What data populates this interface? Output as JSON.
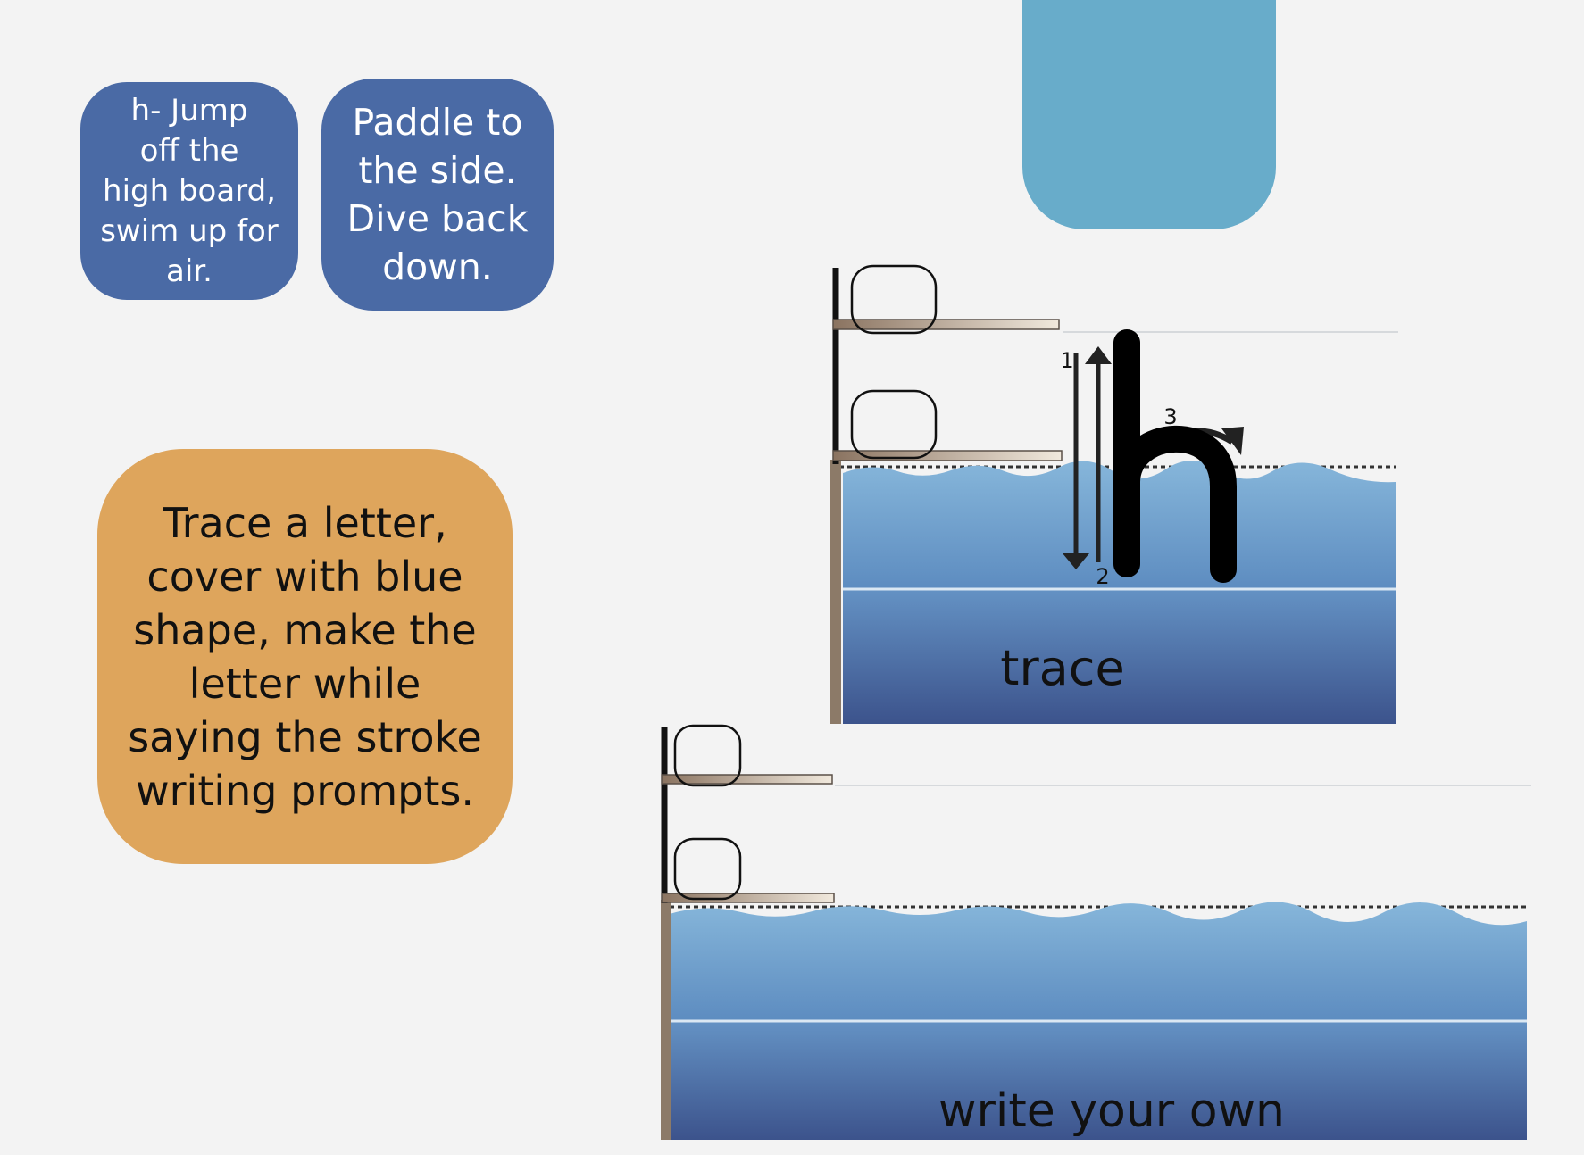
{
  "cards": {
    "h_prompt": "h- Jump\noff the\nhigh board,\nswim up for\nair.",
    "paddle_prompt": "Paddle to\nthe side.\nDive back\ndown.",
    "instructions": "Trace a letter,\ncover with blue\nshape, make the\nletter while\nsaying the stroke\nwriting prompts."
  },
  "trace_panel": {
    "letter": "h",
    "label": "trace",
    "stroke_numbers": [
      "1",
      "2",
      "3"
    ]
  },
  "write_panel": {
    "label": "write your own"
  },
  "colors": {
    "card_blue": "#4a6aa5",
    "card_orange": "#dea55c",
    "tab_blue": "#68acca",
    "water_light": "#7fb0d6",
    "water_dark": "#3f5a92"
  }
}
